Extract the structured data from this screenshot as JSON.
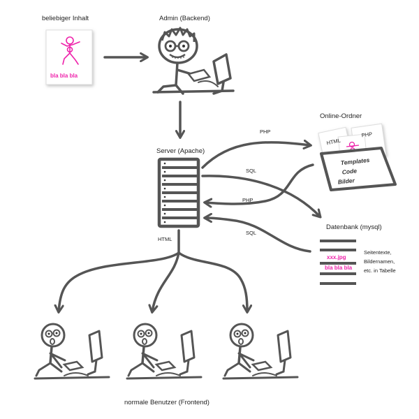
{
  "labels": {
    "content": "beliebiger Inhalt",
    "admin": "Admin (Backend)",
    "server": "Server (Apache)",
    "online_folder": "Online-Ordner",
    "database": "Datenbank (mysql)",
    "users": "normale Benutzer (Frontend)",
    "html": "HTML"
  },
  "content_card": {
    "caption": "bla bla bla"
  },
  "flows": {
    "php_out": "PHP",
    "sql_out": "SQL",
    "php_back": "PHP",
    "sql_back": "SQL"
  },
  "folder": {
    "doc_html": "HTML",
    "doc_php": "PHP",
    "line1": "Templates",
    "line2": "Code",
    "line3": "Bilder"
  },
  "database_table": {
    "row_file": "xxx.jpg",
    "row_text": "bla bla bla",
    "note_1": "Seitentexte,",
    "note_2": "Bildernamen,",
    "note_3": "etc. in Tabelle"
  },
  "colors": {
    "accent_pink": "#ee22aa",
    "stroke_gray": "#555555"
  }
}
